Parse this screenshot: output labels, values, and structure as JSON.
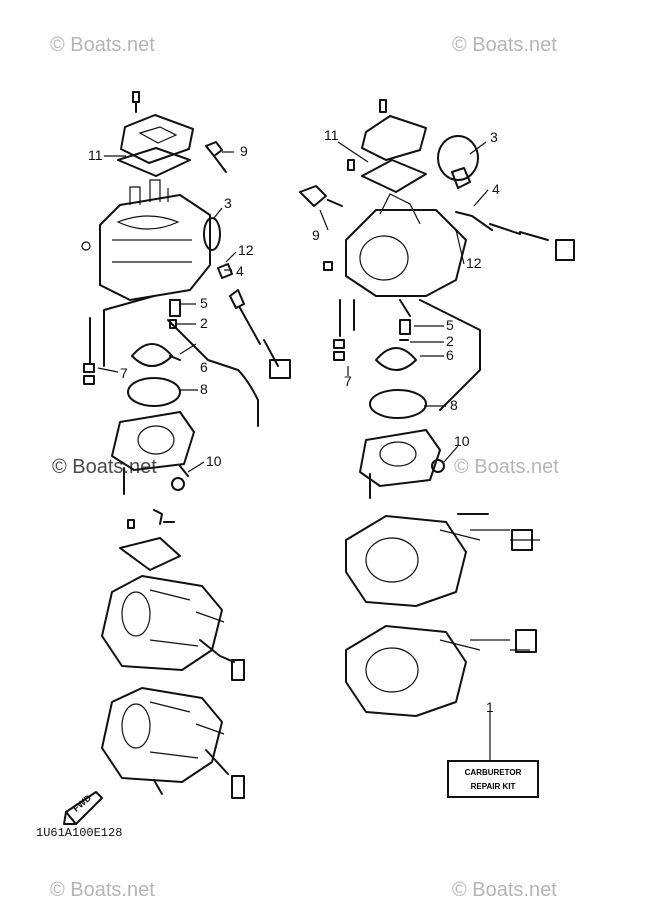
{
  "watermarks": {
    "top_left": "© Boats.net",
    "top_right": "© Boats.net",
    "mid_left": "© Boats.net",
    "mid_right": "© Boats.net",
    "bottom_left": "© Boats.net",
    "bottom_right": "© Boats.net"
  },
  "callouts": {
    "left": [
      "11",
      "9",
      "3",
      "12",
      "4",
      "5",
      "2",
      "6",
      "7",
      "8",
      "10"
    ],
    "right": [
      "11",
      "3",
      "4",
      "9",
      "12",
      "5",
      "2",
      "6",
      "7",
      "8",
      "10",
      "1"
    ]
  },
  "kit_box": {
    "line1": "CARBURETOR",
    "line2": "REPAIR KIT"
  },
  "fwd_label": "FWD",
  "diagram_code": "1U61A100E128"
}
